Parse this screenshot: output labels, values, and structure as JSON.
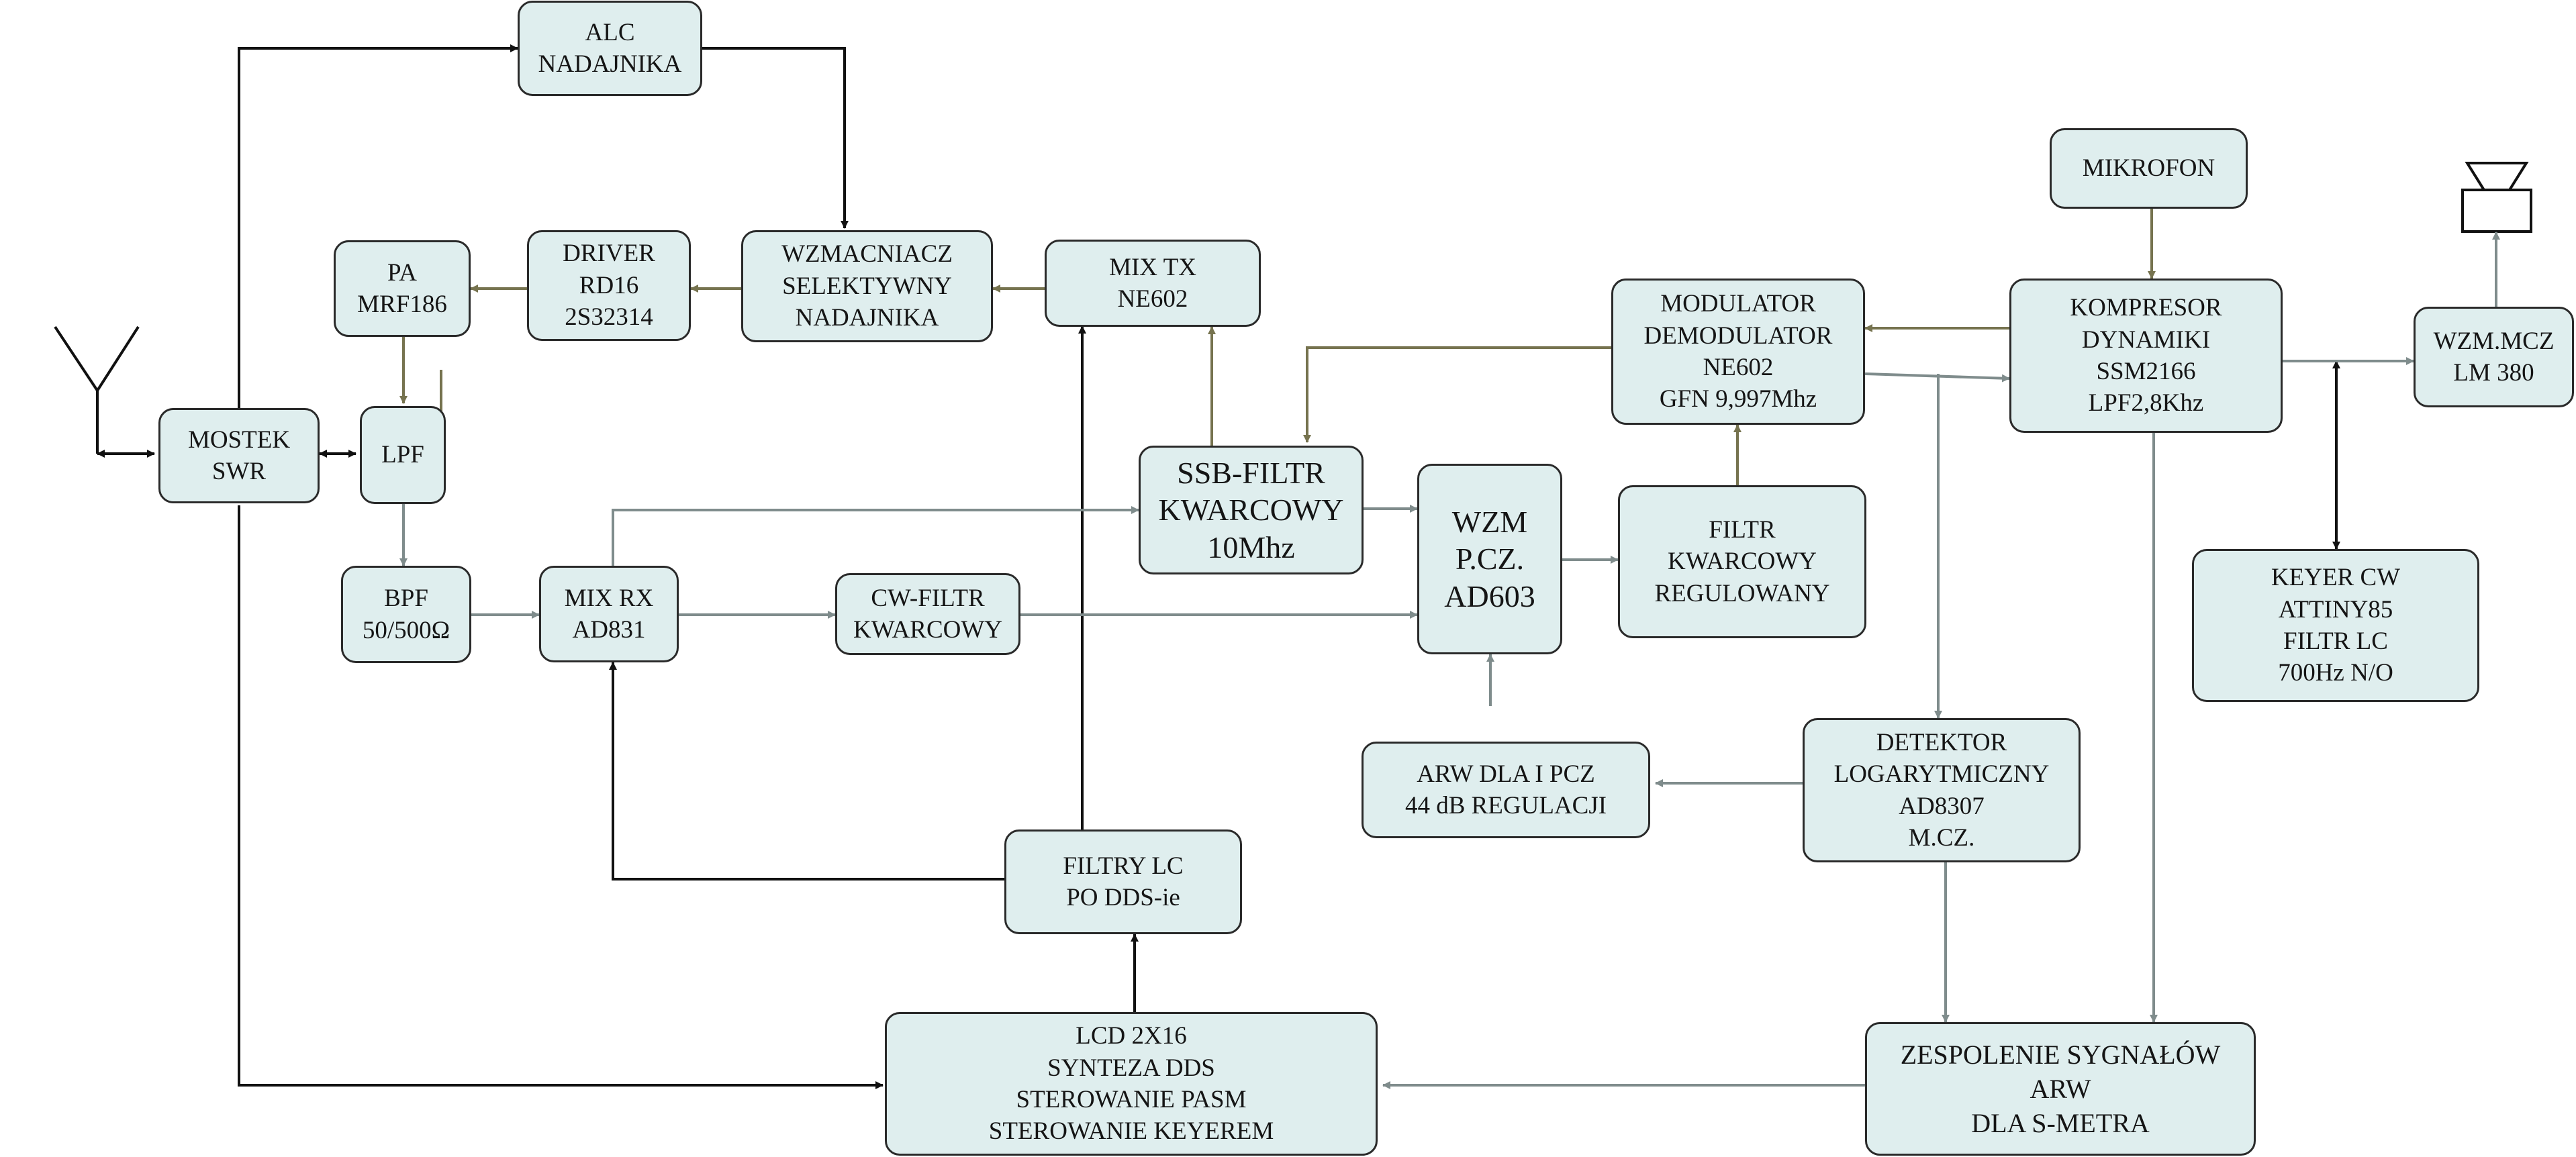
{
  "blocks": {
    "alc": [
      "ALC",
      "NADAJNIKA"
    ],
    "mikrofon": [
      "MIKROFON"
    ],
    "pa": [
      "PA",
      "MRF186"
    ],
    "driver": [
      "DRIVER",
      "RD16",
      "2S32314"
    ],
    "wzmacniacz": [
      "WZMACNIACZ",
      "SELEKTYWNY",
      "NADAJNIKA"
    ],
    "mix_tx": [
      "MIX TX",
      "NE602"
    ],
    "modulator": [
      "MODULATOR",
      "DEMODULATOR",
      "NE602",
      "GFN 9,997Mhz"
    ],
    "kompresor": [
      "KOMPRESOR",
      "DYNAMIKI",
      "SSM2166",
      "LPF2,8Khz"
    ],
    "wzm_mcz": [
      "WZM.MCZ",
      "LM 380"
    ],
    "mostek": [
      "MOSTEK",
      "SWR"
    ],
    "lpf": [
      "LPF"
    ],
    "ssb_filtr": [
      "SSB-FILTR",
      "KWARCOWY",
      "10Mhz"
    ],
    "wzm_pcz": [
      "WZM",
      "P.CZ.",
      "AD603"
    ],
    "filtr_kwarcowy": [
      "FILTR",
      "KWARCOWY",
      "REGULOWANY"
    ],
    "bpf": [
      "BPF",
      "50/500Ω"
    ],
    "mix_rx": [
      "MIX RX",
      "AD831"
    ],
    "cw_filtr": [
      "CW-FILTR",
      "KWARCOWY"
    ],
    "keyer": [
      "KEYER CW",
      "ATTINY85",
      "FILTR LC",
      "700Hz N/O"
    ],
    "arw": [
      "ARW DLA I PCZ",
      "44 dB REGULACJI"
    ],
    "detektor": [
      "DETEKTOR",
      "LOGARYTMICZNY",
      "AD8307",
      "M.CZ."
    ],
    "filtry_lc": [
      "FILTRY LC",
      "PO DDS-ie"
    ],
    "lcd": [
      "LCD 2X16",
      "SYNTEZA DDS",
      "STEROWANIE PASM",
      "STEROWANIE KEYEREM"
    ],
    "zespolenie": [
      "ZESPOLENIE SYGNAŁÓW",
      "ARW",
      "DLA S-METRA"
    ]
  },
  "colors": {
    "block_fill": "#dfeeee",
    "block_border": "#2a2a2a",
    "path_black": "#111111",
    "path_olive": "#76734f",
    "path_gray": "#7f8c8c"
  },
  "icons": [
    "antenna-icon",
    "speaker-icon"
  ]
}
